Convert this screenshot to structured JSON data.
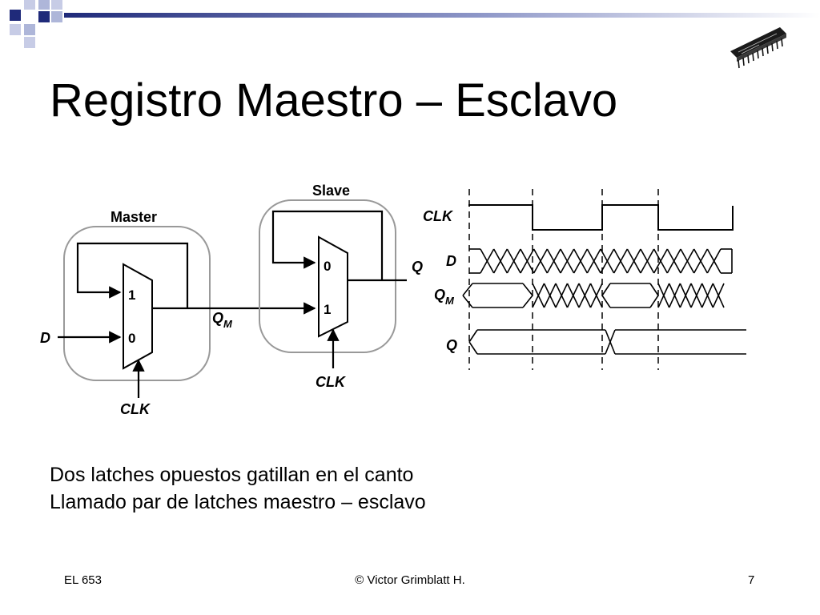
{
  "slide": {
    "title": "Registro Maestro – Esclavo",
    "body_lines": [
      "Dos latches opuestos gatillan en el canto",
      "Llamado par de latches maestro – esclavo"
    ],
    "footer": {
      "left": "EL 653",
      "center": "© Victor Grimblatt H.",
      "page_number": "7"
    },
    "colors": {
      "accent": "#1f2a7a",
      "accent_light": "#aeb6d9",
      "box_outline": "#999999"
    },
    "icons": [
      "squares-decoration",
      "chip-icon"
    ]
  },
  "diagram": {
    "master": {
      "label": "Master",
      "mux_in_top": "1",
      "mux_in_bottom": "0",
      "input_label": "D",
      "clock_label": "CLK"
    },
    "slave": {
      "label": "Slave",
      "mux_in_top": "0",
      "mux_in_bottom": "1",
      "output_label": "Q",
      "clock_label": "CLK"
    },
    "wire_label": {
      "main": "Q",
      "sub": "M"
    },
    "timing": {
      "signals": [
        {
          "name": "CLK",
          "sub": ""
        },
        {
          "name": "D",
          "sub": ""
        },
        {
          "name": "Q",
          "sub": "M"
        },
        {
          "name": "Q",
          "sub": ""
        }
      ]
    }
  }
}
